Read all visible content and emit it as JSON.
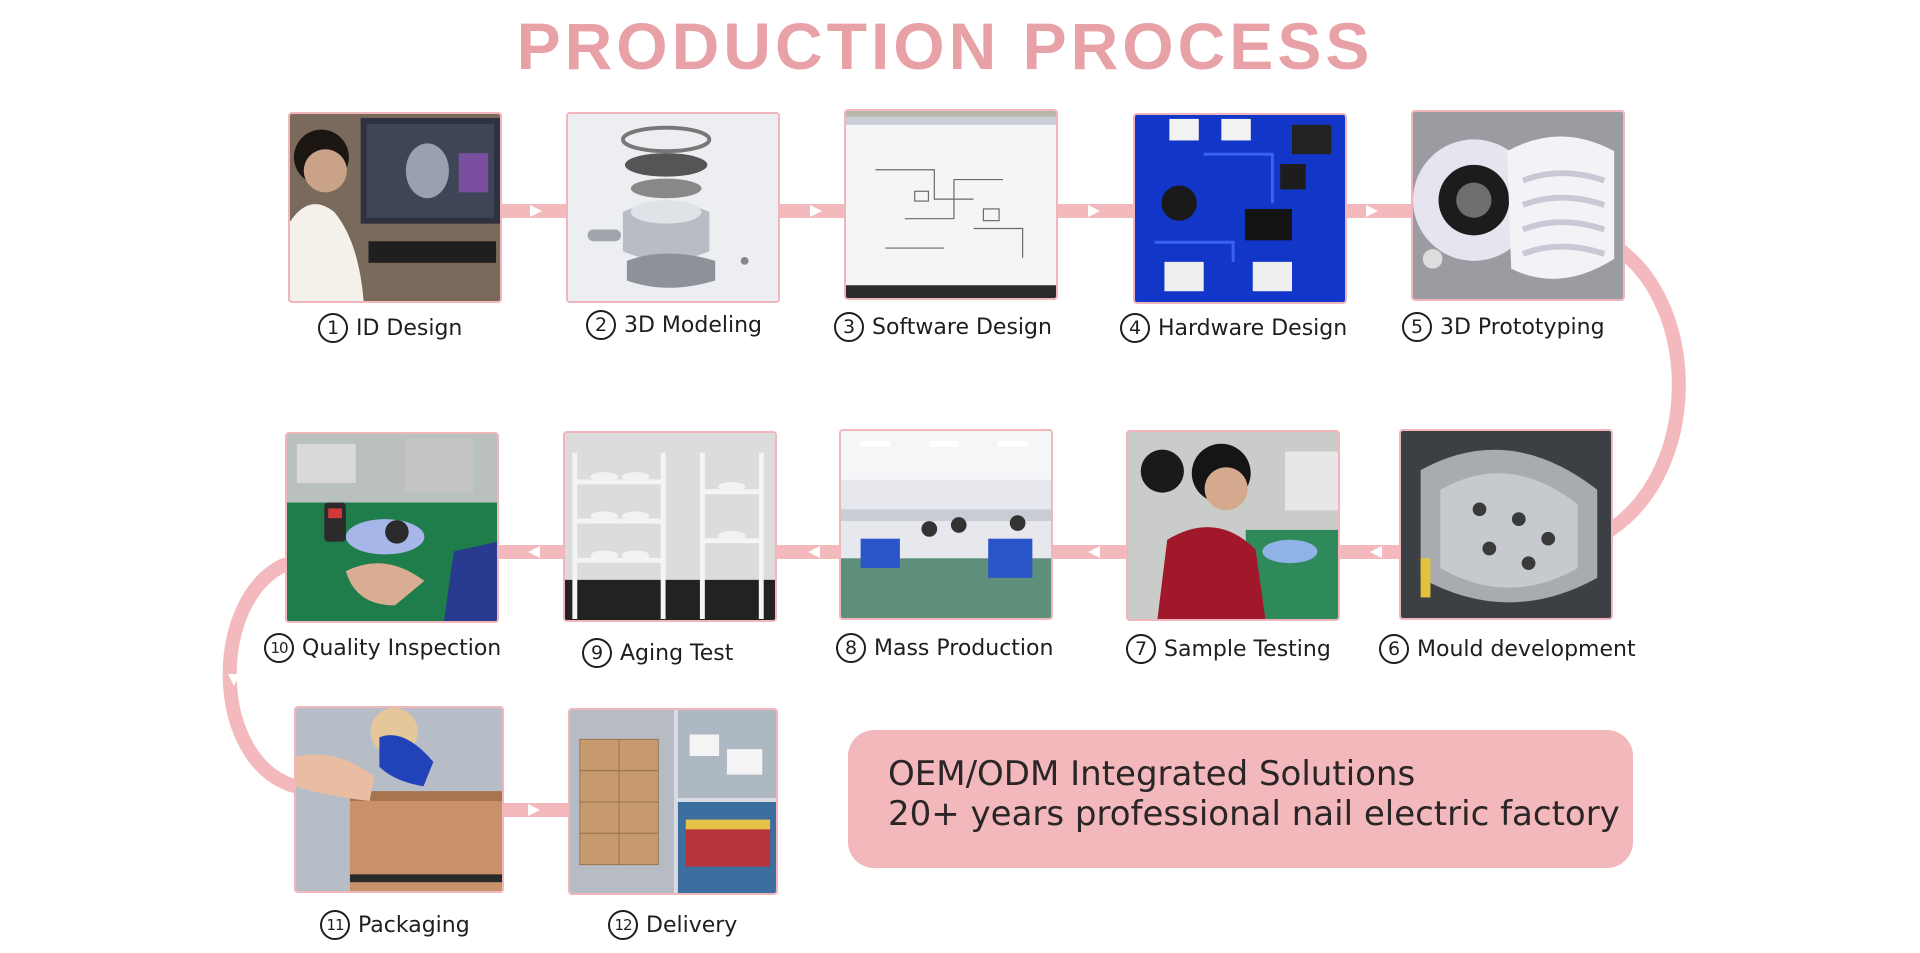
{
  "title": "PRODUCTION PROCESS",
  "colors": {
    "accent": "#e8a1a7",
    "flow": "#f3b9bd",
    "banner": "#f2b8bc",
    "frame": "#f0b6bb"
  },
  "steps": [
    {
      "num": "1",
      "label": "ID Design",
      "icon": "designer-at-computer"
    },
    {
      "num": "2",
      "label": "3D Modeling",
      "icon": "exploded-3d-model"
    },
    {
      "num": "3",
      "label": "Software Design",
      "icon": "circuit-schematic-screen"
    },
    {
      "num": "4",
      "label": "Hardware Design",
      "icon": "blue-pcb-board"
    },
    {
      "num": "5",
      "label": "3D Prototyping",
      "icon": "prototype-device"
    },
    {
      "num": "6",
      "label": "Mould development",
      "icon": "metal-mould"
    },
    {
      "num": "7",
      "label": "Sample Testing",
      "icon": "technician-testing"
    },
    {
      "num": "8",
      "label": "Mass Production",
      "icon": "factory-floor"
    },
    {
      "num": "9",
      "label": "Aging Test",
      "icon": "aging-test-racks"
    },
    {
      "num": "10",
      "label": "Quality Inspection",
      "icon": "inspection-bench"
    },
    {
      "num": "11",
      "label": "Packaging",
      "icon": "tape-dispenser-box"
    },
    {
      "num": "12",
      "label": "Delivery",
      "icon": "boxes-trucks-ship"
    }
  ],
  "banner": {
    "line1": "OEM/ODM Integrated Solutions",
    "line2": "20+ years professional nail electric factory"
  }
}
